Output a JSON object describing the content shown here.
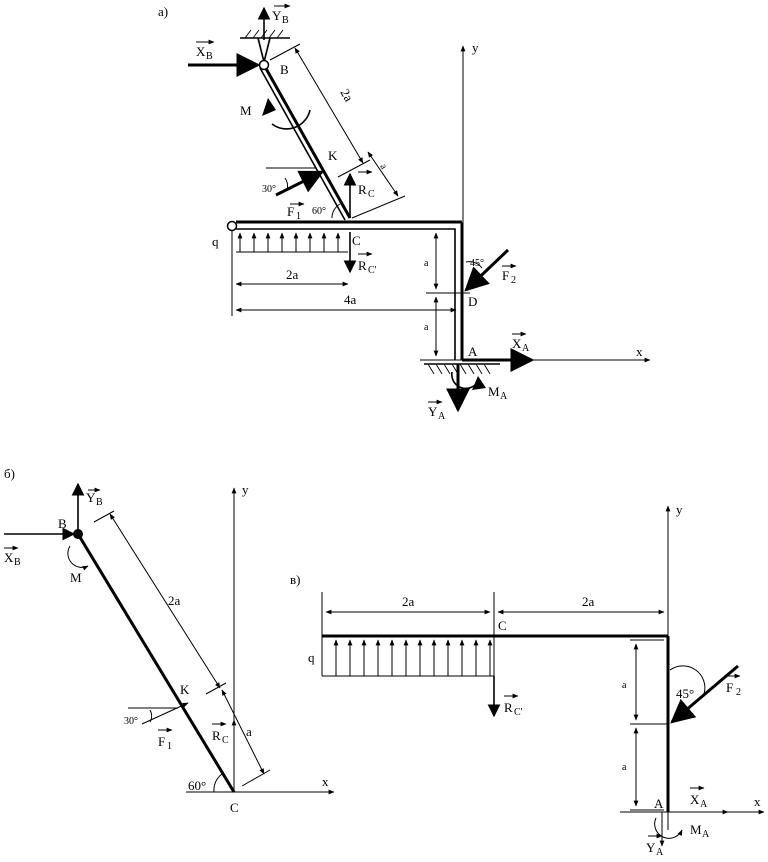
{
  "panels": {
    "a": {
      "label": "а)",
      "XB": "X",
      "XB_sub": "B",
      "YB": "Y",
      "YB_sub": "B",
      "B": "B",
      "M": "M",
      "dim_2a": "2a",
      "K": "K",
      "dim_a": "a",
      "angle30": "30°",
      "F1": "F",
      "F1_sub": "1",
      "angle60": "60°",
      "RC": "R",
      "RC_sub": "C",
      "q": "q",
      "C": "C",
      "RC2": "R",
      "RC2_sub": "C'",
      "dim_a_vert1": "a",
      "angle45": "45°",
      "F2": "F",
      "F2_sub": "2",
      "dim_2a_h": "2a",
      "D": "D",
      "dim_4a": "4a",
      "dim_a_vert2": "a",
      "y": "y",
      "x": "x",
      "A": "A",
      "XA": "X",
      "XA_sub": "A",
      "MA": "M",
      "MA_sub": "A",
      "YA": "Y",
      "YA_sub": "A"
    },
    "b": {
      "label": "б)",
      "YB": "Y",
      "YB_sub": "B",
      "B": "B",
      "XB": "X",
      "XB_sub": "B",
      "M": "M",
      "dim_2a": "2a",
      "K": "K",
      "angle30": "30°",
      "F1": "F",
      "F1_sub": "1",
      "RC": "R",
      "RC_sub": "C",
      "dim_a": "a",
      "angle60": "60°",
      "C": "C",
      "x": "x",
      "y": "y"
    },
    "c": {
      "label": "в)",
      "dim_2a_left": "2a",
      "dim_2a_right": "2a",
      "C": "C",
      "q": "q",
      "RC": "R",
      "RC_sub": "C'",
      "dim_a_1": "a",
      "dim_a_2": "a",
      "angle45": "45°",
      "F2": "F",
      "F2_sub": "2",
      "A": "A",
      "XA": "X",
      "XA_sub": "A",
      "MA": "M",
      "MA_sub": "A",
      "YA": "Y",
      "YA_sub": "A",
      "x": "x",
      "y": "y"
    }
  },
  "colors": {
    "ink": "#000000",
    "background": "#ffffff"
  }
}
